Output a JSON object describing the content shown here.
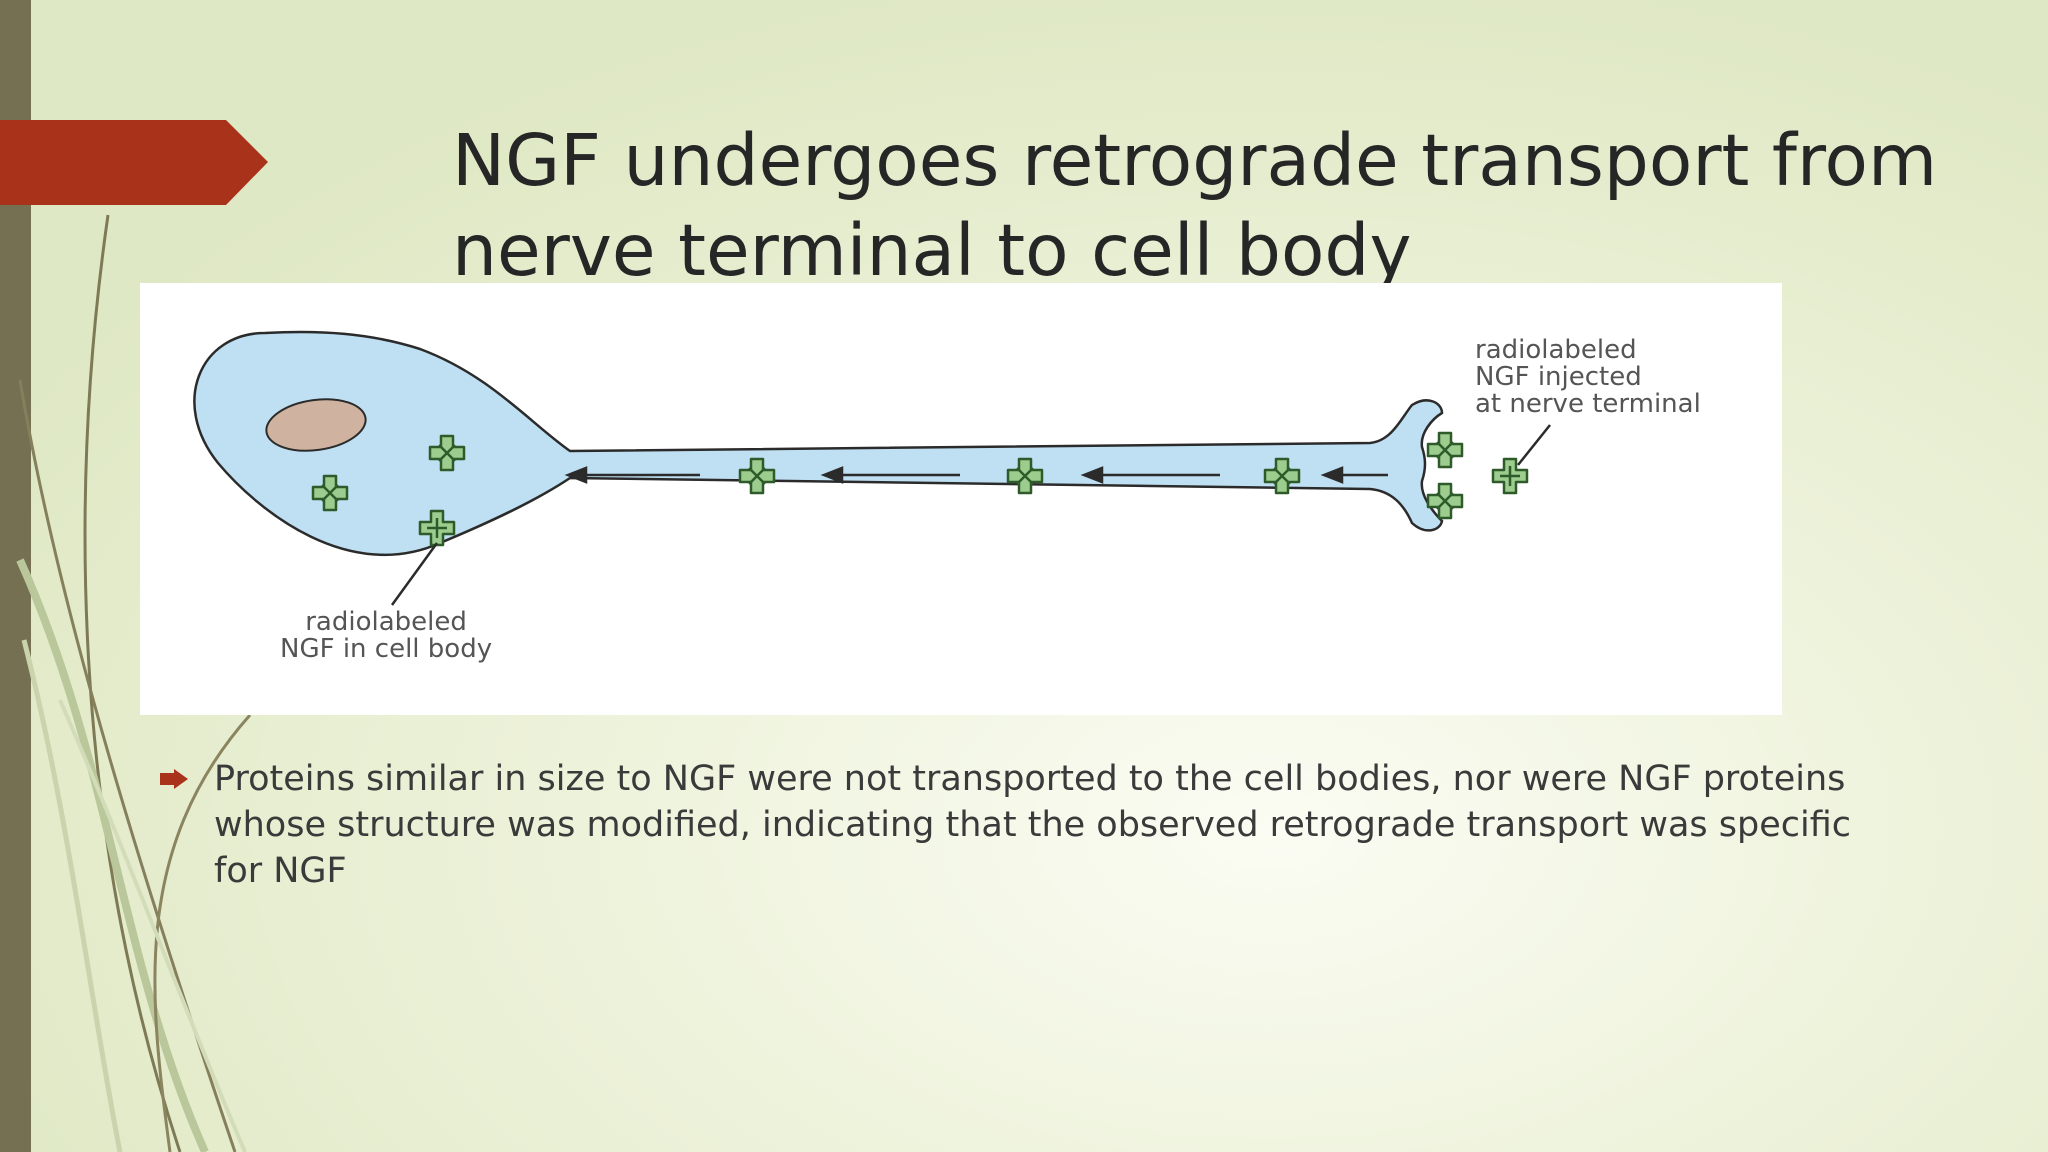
{
  "slide": {
    "title": "NGF undergoes retrograde transport from nerve terminal to cell body",
    "bullets": [
      "Proteins similar in size to NGF were not transported to the cell bodies, nor were NGF proteins whose structure was modified, indicating that the observed retrograde transport was specific for NGF"
    ]
  },
  "figure": {
    "label_terminal": [
      "radiolabeled",
      "NGF injected",
      "at nerve terminal"
    ],
    "label_body": [
      "radiolabeled",
      "NGF in cell body"
    ]
  },
  "colors": {
    "accent": "#a8321a",
    "side_bar": "#757052",
    "neuron_fill": "#bfe0f3",
    "nucleus_fill": "#cfb3a0",
    "ngf_fill": "#9ccd8e"
  },
  "icons": {
    "bullet": "arrow-right-icon",
    "ngf_marker": "ngf-protein-icon"
  }
}
